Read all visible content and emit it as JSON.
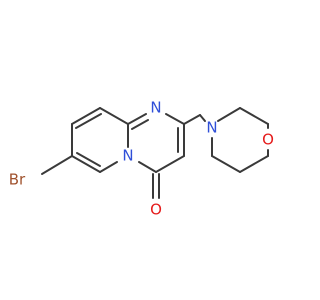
{
  "molecule": {
    "atoms": [
      {
        "label": "Br",
        "color": "#a0522d"
      },
      {
        "label": "N",
        "color": "#2f4fd8"
      },
      {
        "label": "N",
        "color": "#2f4fd8"
      },
      {
        "label": "N",
        "color": "#2f4fd8"
      },
      {
        "label": "O",
        "color": "#e51b1b"
      },
      {
        "label": "O",
        "color": "#e51b1b"
      }
    ],
    "bond_color": "#3a3a3a",
    "background": "#ffffff"
  }
}
